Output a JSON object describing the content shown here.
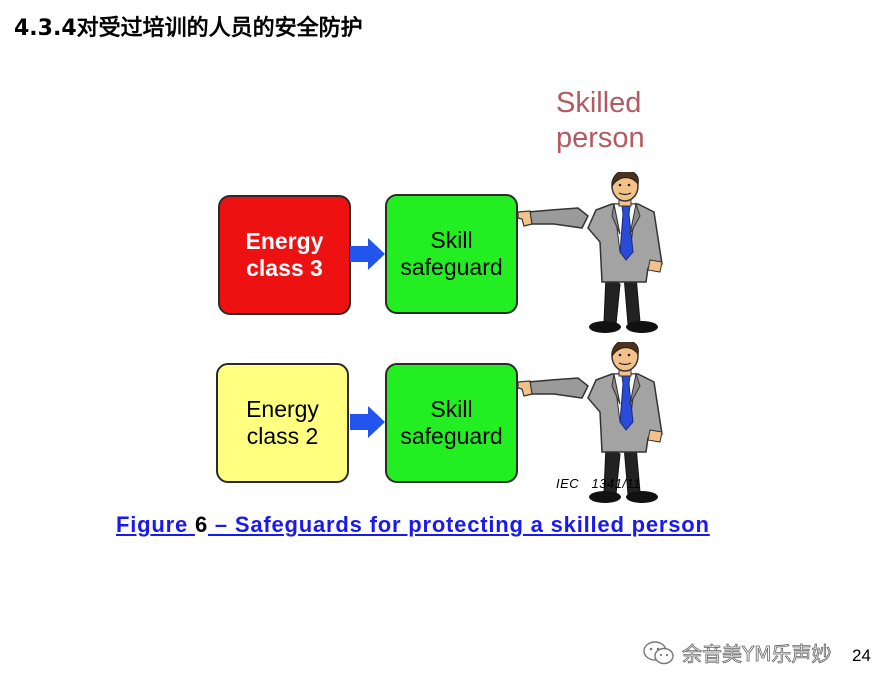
{
  "heading": "4.3.4对受过培训的人员的安全防护",
  "skilled_label": [
    "Skilled",
    "person"
  ],
  "boxes": {
    "energy3": [
      "Energy",
      "class 3"
    ],
    "energy2": [
      "Energy",
      "class 2"
    ],
    "skill1": [
      "Skill",
      "safeguard"
    ],
    "skill2": [
      "Skill",
      "safeguard"
    ]
  },
  "iec_label": "IEC   1341/11",
  "caption": {
    "part1": "Figure ",
    "number": "6",
    "part2": " – Safeguards for protecting a skilled person"
  },
  "watermark": "余音美YM乐声妙",
  "page_number": "24",
  "colors": {
    "energy3": "#ee1111",
    "energy2": "#ffff80",
    "skill": "#22ee22",
    "arrow": "#2255ee",
    "caption": "#1a1aee",
    "skilled_label": "#b15a62"
  },
  "icons": [
    "arrow-right-icon",
    "businessman-pointing-icon",
    "wechat-icon"
  ]
}
